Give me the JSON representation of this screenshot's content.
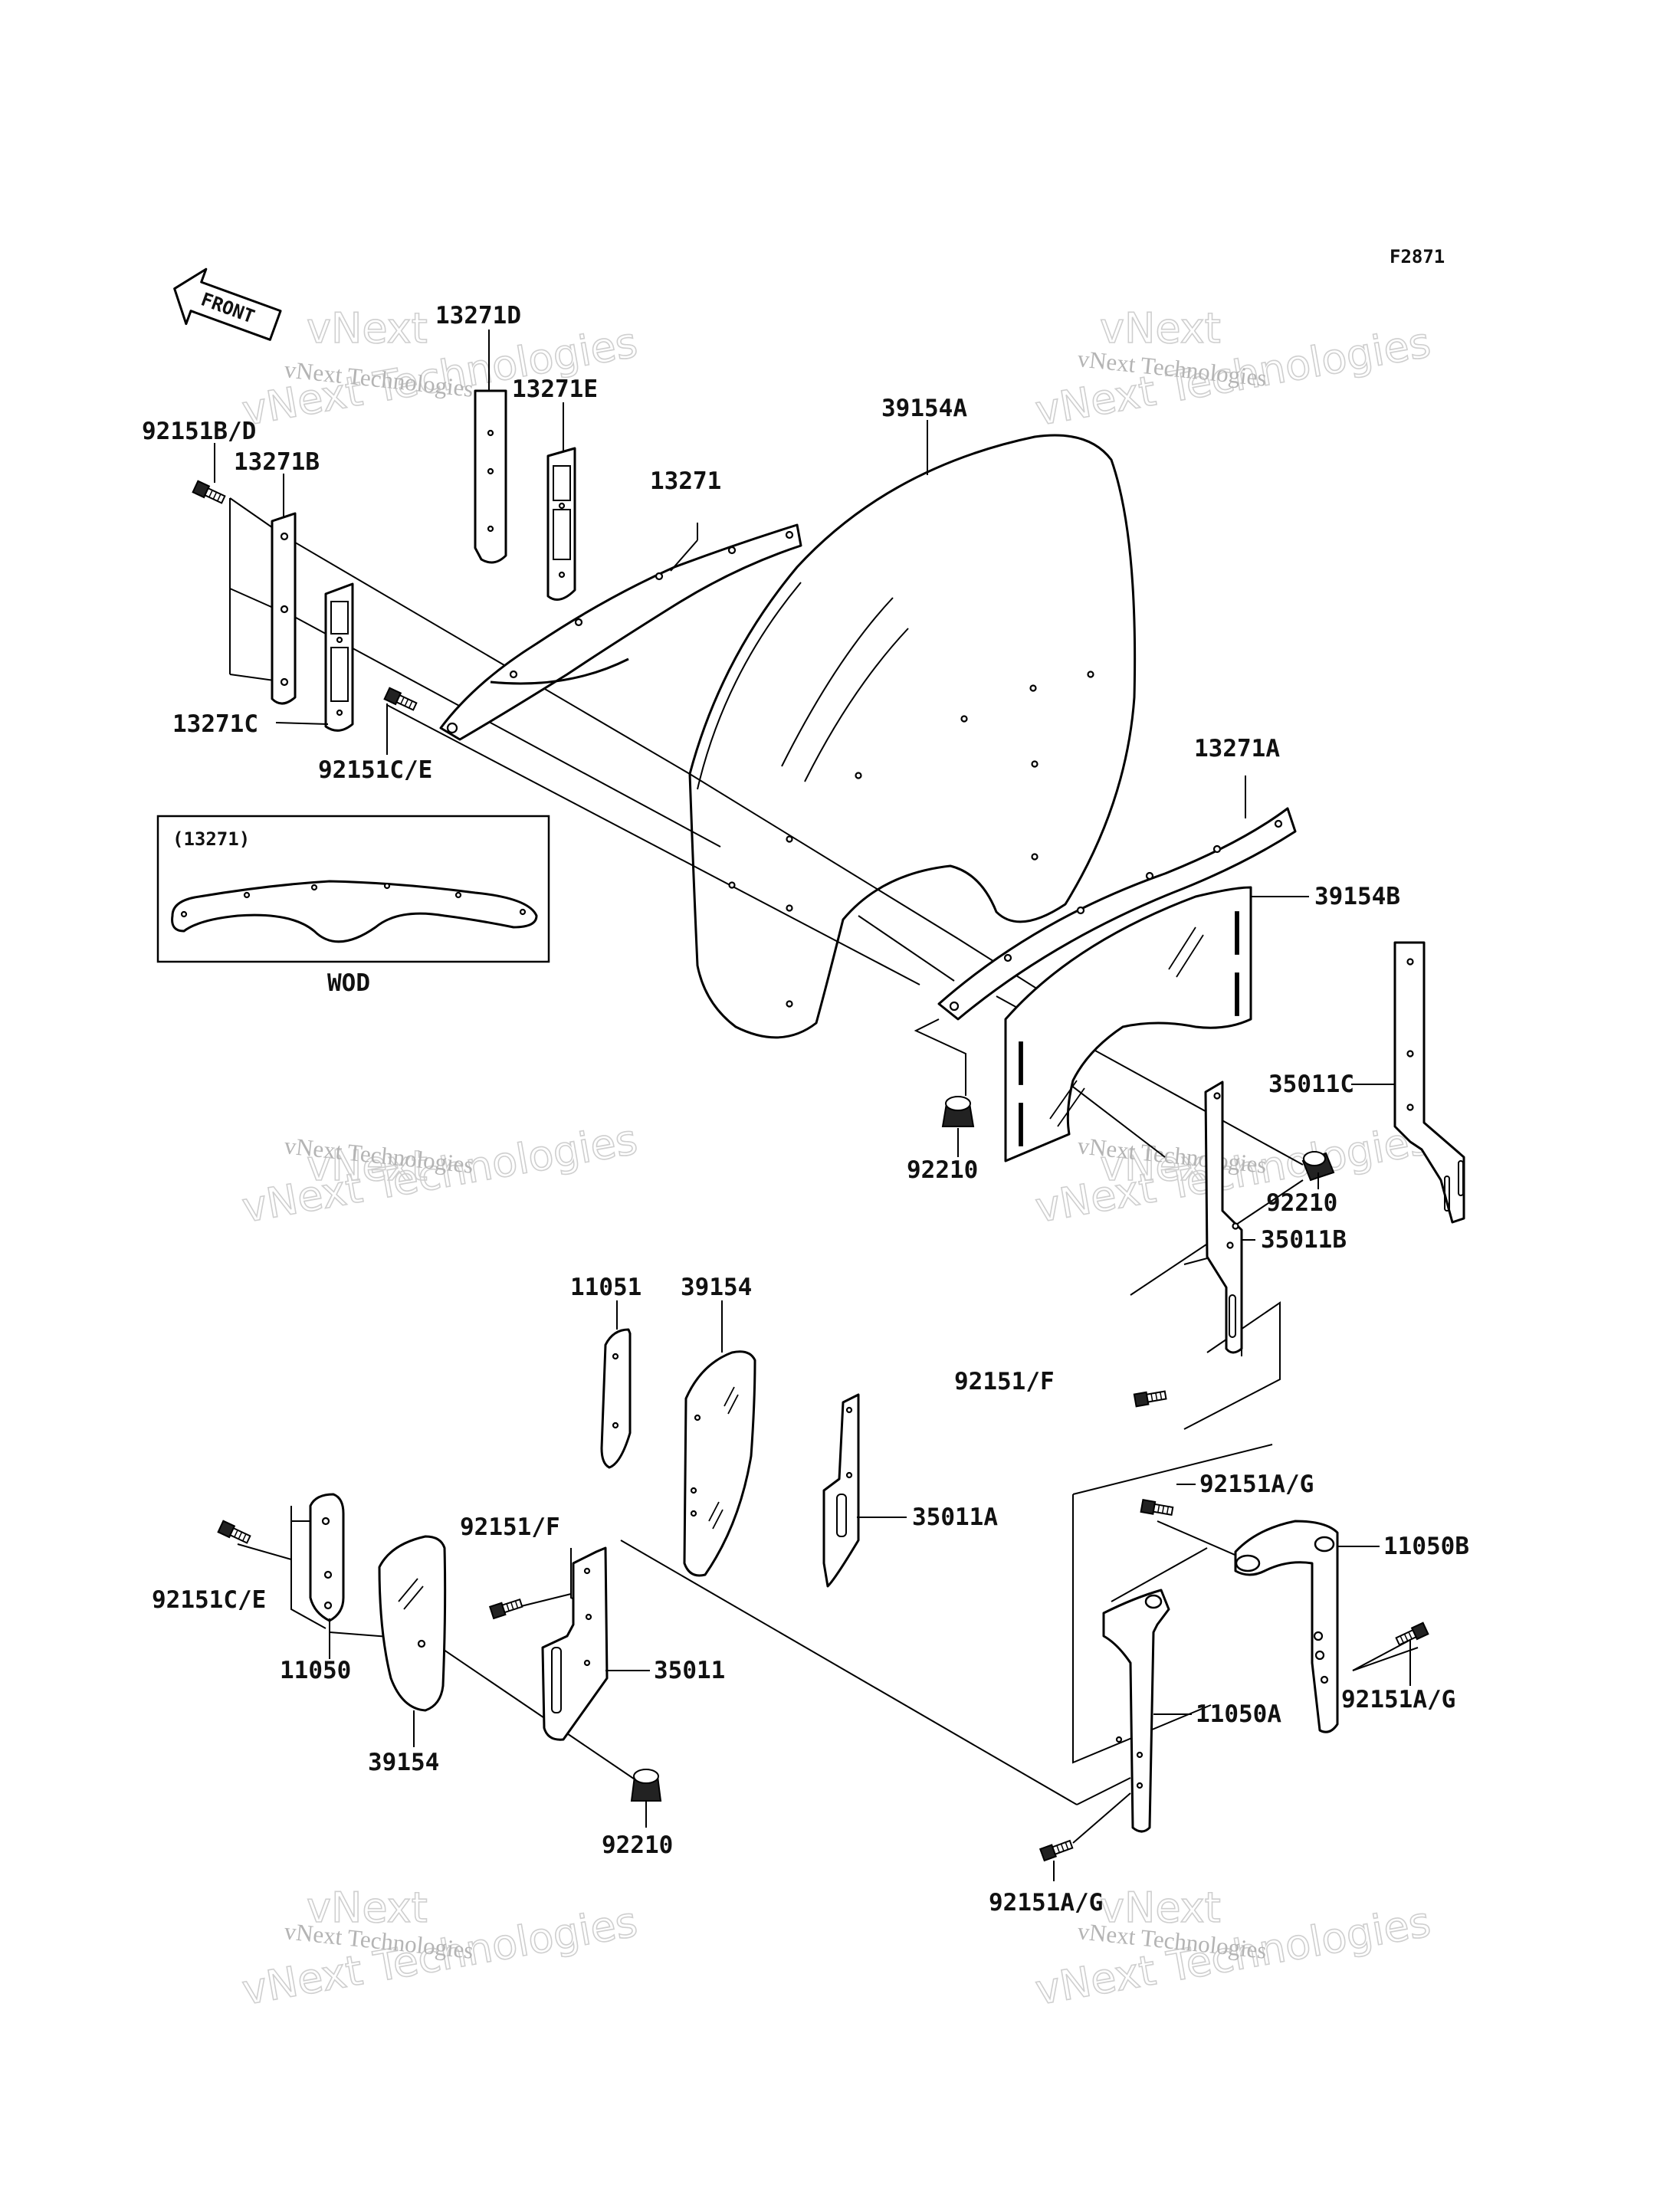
{
  "figure_code": "F2871",
  "front_label": "FRONT",
  "inset": {
    "header": "(13271)",
    "caption": "WOD"
  },
  "watermark": {
    "line1": "vNext Technologies",
    "line2": "vNext Technologies"
  },
  "parts": {
    "p13271D": "13271D",
    "p13271E": "13271E",
    "p92151BD": "92151B/D",
    "p13271B": "13271B",
    "p13271": "13271",
    "p39154A": "39154A",
    "p13271C": "13271C",
    "p92151CE_top": "92151C/E",
    "p13271A": "13271A",
    "p39154B": "39154B",
    "p35011C": "35011C",
    "p92210_mid": "92210",
    "p92210_right": "92210",
    "p35011B": "35011B",
    "p11051": "11051",
    "p39154_mid": "39154",
    "p92151F_mid": "92151/F",
    "p92151AG_top": "92151A/G",
    "p35011A": "35011A",
    "p11050B": "11050B",
    "p92151F_low": "92151/F",
    "p92151CE_low": "92151C/E",
    "p35011": "35011",
    "p11050": "11050",
    "p92151AG_right": "92151A/G",
    "p11050A": "11050A",
    "p39154_low": "39154",
    "p92210_low": "92210",
    "p92151AG_bottom": "92151A/G"
  }
}
